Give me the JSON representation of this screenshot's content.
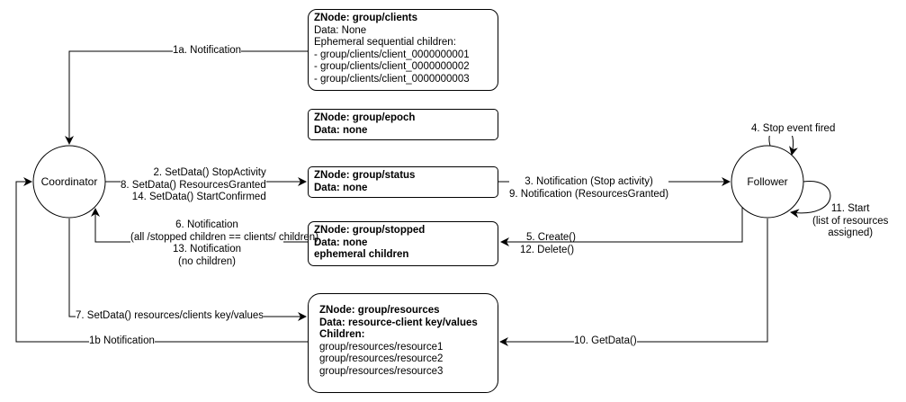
{
  "nodes": {
    "coordinator": "Coordinator",
    "follower": "Follower"
  },
  "boxes": {
    "clients": {
      "title": "ZNode: group/clients",
      "lines": [
        "Data: None",
        "Ephemeral sequential children:",
        "- group/clients/client_0000000001",
        "- group/clients/client_0000000002",
        "- group/clients/client_0000000003"
      ]
    },
    "epoch": {
      "title": "ZNode: group/epoch",
      "lines": [
        "Data: none"
      ]
    },
    "status": {
      "title": "ZNode: group/status",
      "lines": [
        "Data: none"
      ]
    },
    "stopped": {
      "title": "ZNode: group/stopped",
      "lines": [
        "Data: none",
        "ephemeral children"
      ]
    },
    "resources": {
      "title": "ZNode: group/resources",
      "bold_lines": [
        "Data: resource-client key/values",
        "Children:"
      ],
      "lines": [
        "group/resources/resource1",
        "group/resources/resource2",
        "group/resources/resource3"
      ]
    }
  },
  "labels": {
    "l1a": "1a. Notification",
    "l1b": "1b Notification",
    "l_coord_status": [
      "2. SetData() StopActivity",
      "8. SetData() ResourcesGranted",
      "14. SetData() StartConfirmed"
    ],
    "l_status_follower": [
      "3. Notification (Stop activity)",
      "9. Notification (ResourcesGranted)"
    ],
    "l_stop_event": "4. Stop event fired",
    "l_follower_stopped": [
      "5. Create()",
      "12. Delete()"
    ],
    "l_stopped_coord": [
      "6. Notification",
      "(all /stopped children == clients/ children)",
      "13. Notification",
      "(no children)"
    ],
    "l_setdata_resources": "7. SetData() resources/clients key/values",
    "l_getdata": "10. GetData()",
    "l_start": [
      "11. Start",
      "(list of resources",
      "assigned)"
    ]
  }
}
